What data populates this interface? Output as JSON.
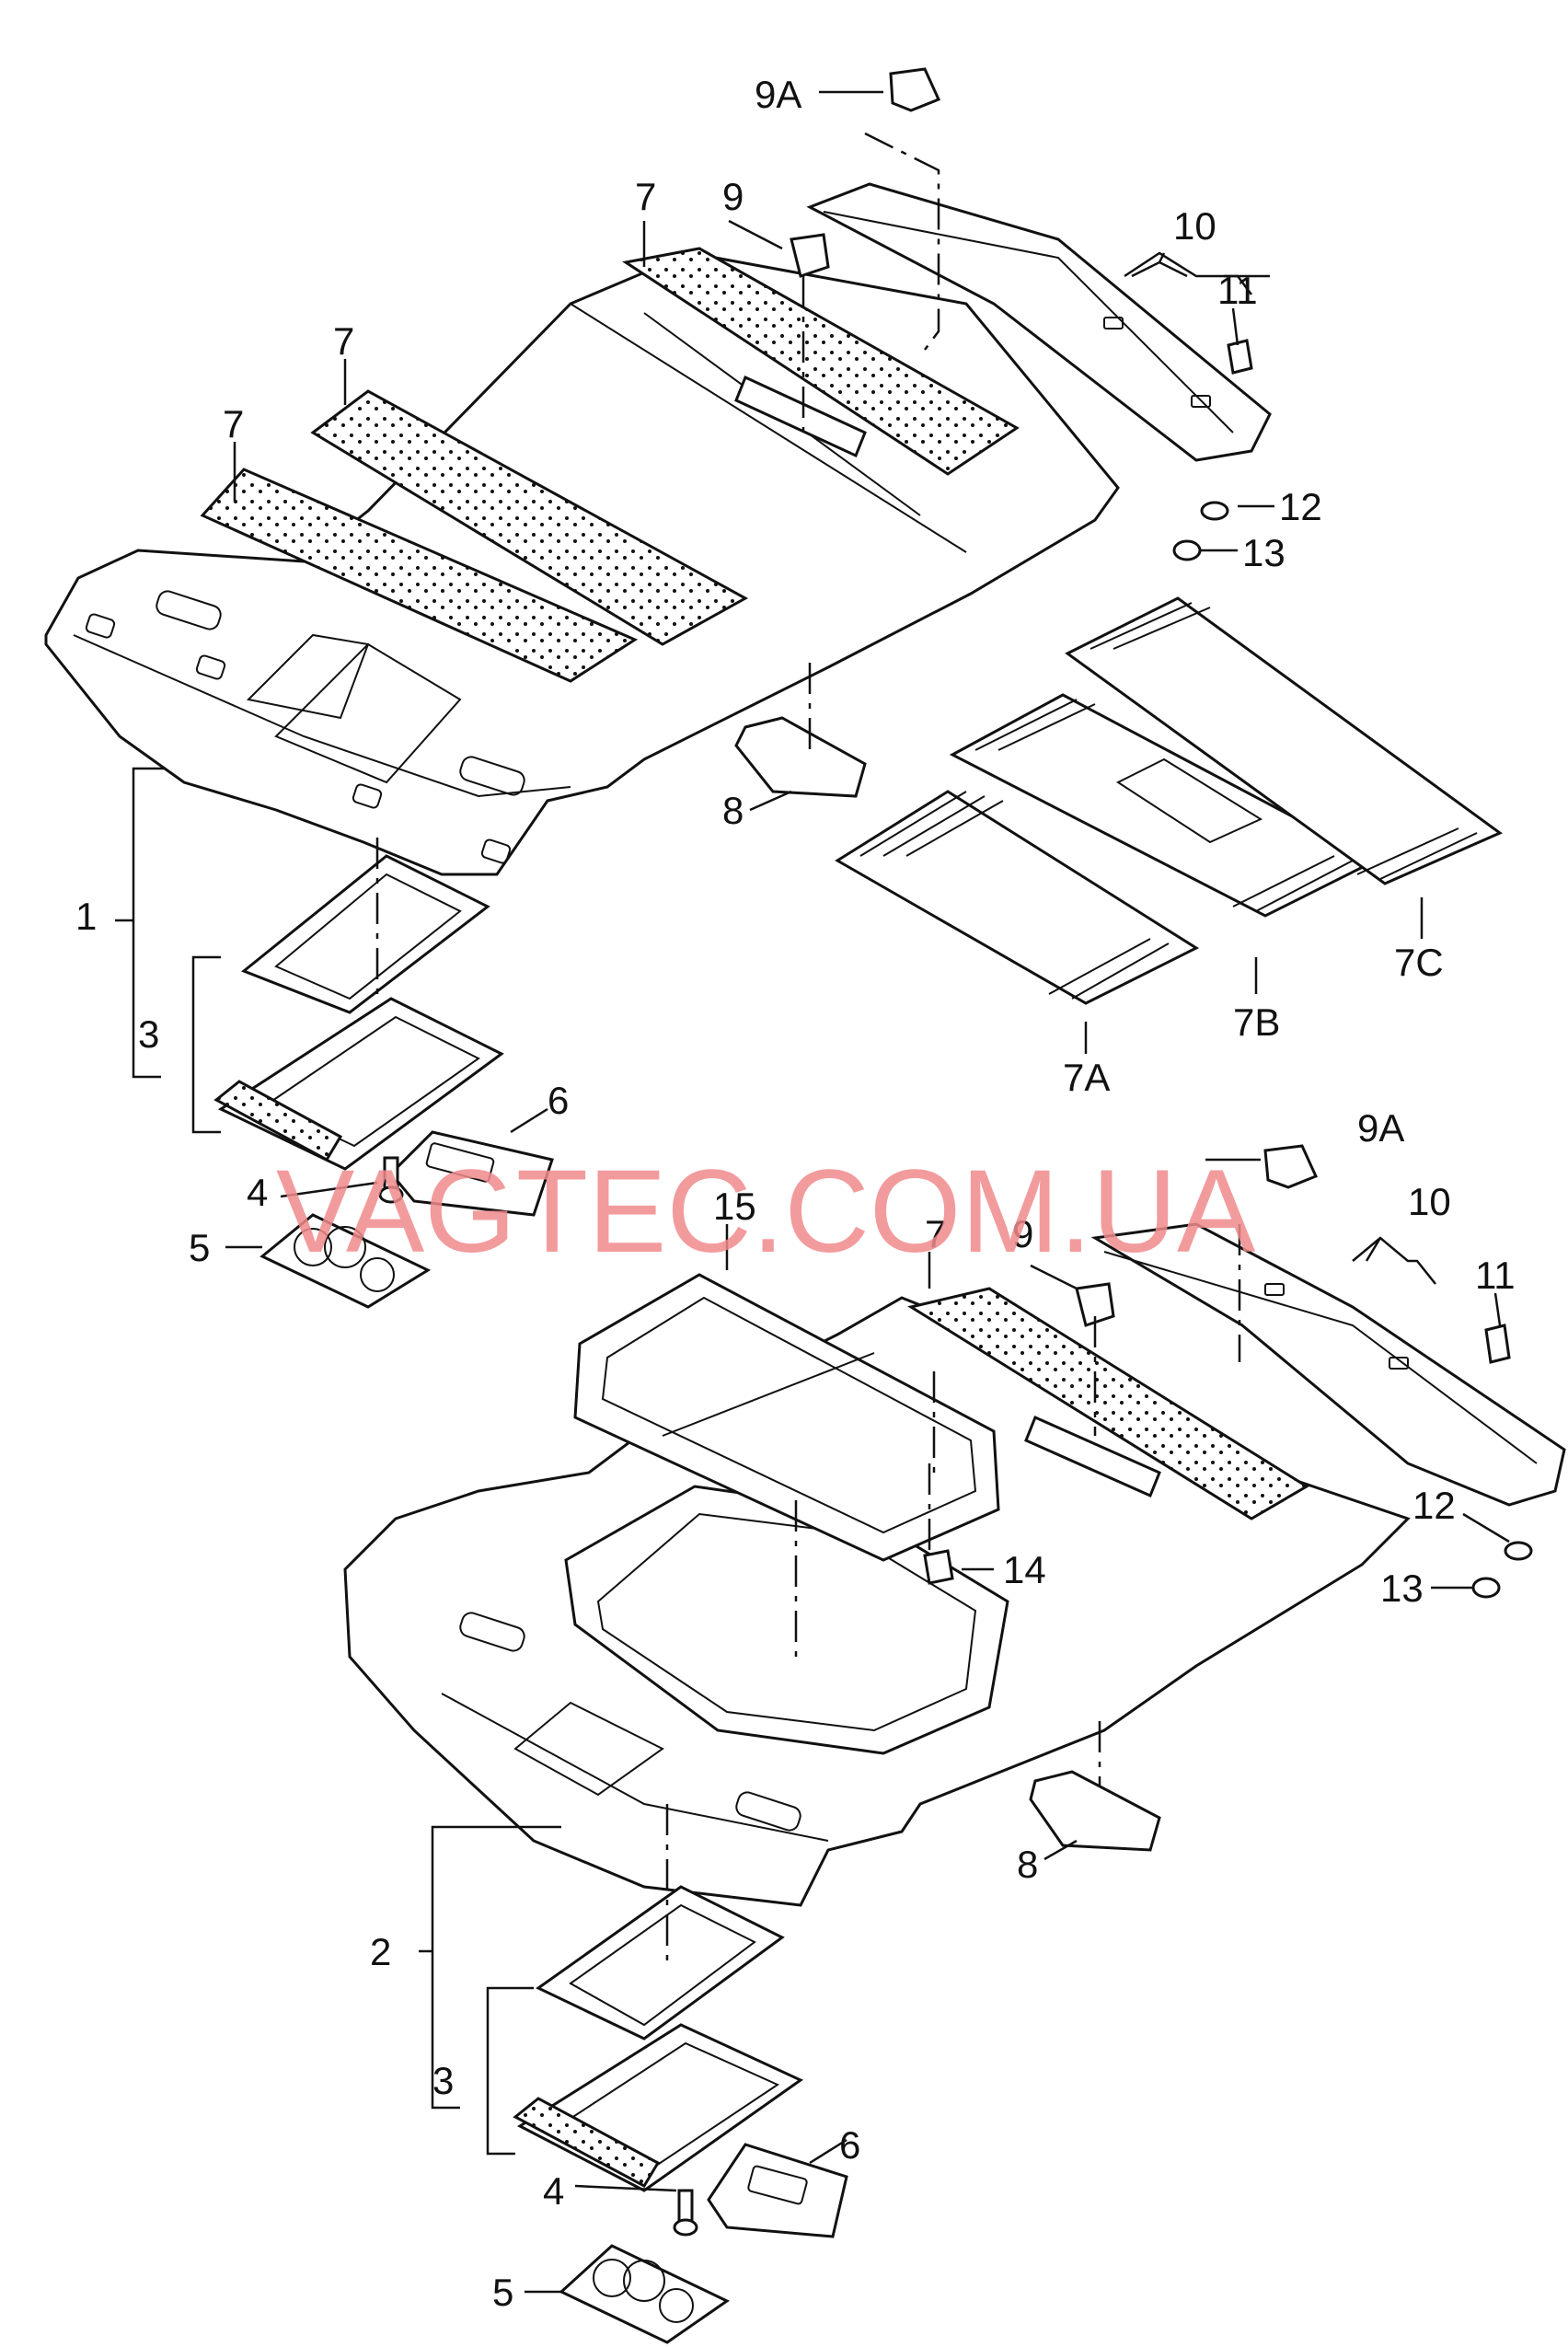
{
  "diagram": {
    "watermark": "VAGTEC.COM.UA",
    "callouts": {
      "c1": "1",
      "c2": "2",
      "c3a": "3",
      "c3b": "3",
      "c4a": "4",
      "c4b": "4",
      "c5a": "5",
      "c5b": "5",
      "c6a": "6",
      "c6b": "6",
      "c7a": "7",
      "c7b": "7",
      "c7c": "7",
      "c7d": "7",
      "c7A": "7A",
      "c7B": "7B",
      "c7C": "7C",
      "c8a": "8",
      "c8b": "8",
      "c9a": "9",
      "c9b": "9",
      "c9Aa": "9A",
      "c9Ab": "9A",
      "c10a": "10",
      "c10b": "10",
      "c11a": "11",
      "c11b": "11",
      "c12a": "12",
      "c12b": "12",
      "c13a": "13",
      "c13b": "13",
      "c14": "14",
      "c15": "15"
    }
  }
}
